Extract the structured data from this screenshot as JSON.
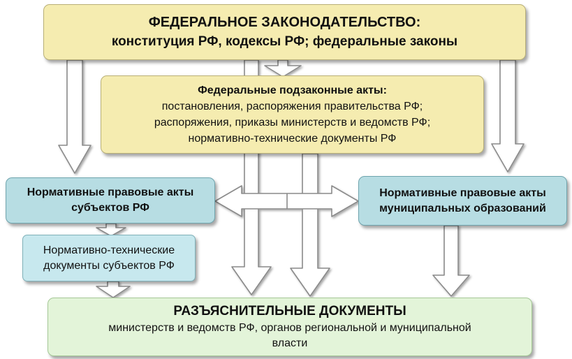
{
  "diagram": {
    "federal_law": {
      "title": "ФЕДЕРАЛЬНОЕ ЗАКОНОДАТЕЛЬСТВО:",
      "subtitle": "конституция РФ, кодексы РФ; федеральные законы"
    },
    "federal_sublaw": {
      "title": "Федеральные подзаконные акты:",
      "lines": [
        "постановления, распоряжения правительства РФ;",
        "распоряжения, приказы министерств и ведомств  РФ;",
        "нормативно-технические документы РФ"
      ]
    },
    "subjects_acts": {
      "lines": [
        "Нормативные правовые акты",
        "субъектов РФ"
      ]
    },
    "municipal_acts": {
      "lines": [
        "Нормативные правовые акты",
        "муниципальных образований"
      ]
    },
    "normtech_subjects": {
      "lines": [
        "Нормативно-технические",
        "документы субъектов РФ"
      ]
    },
    "explanatory": {
      "title": "РАЗЪЯСНИТЕЛЬНЫЕ ДОКУМЕНТЫ",
      "lines": [
        "министерств и ведомств  РФ, органов региональной и муниципальной",
        "власти"
      ]
    }
  }
}
